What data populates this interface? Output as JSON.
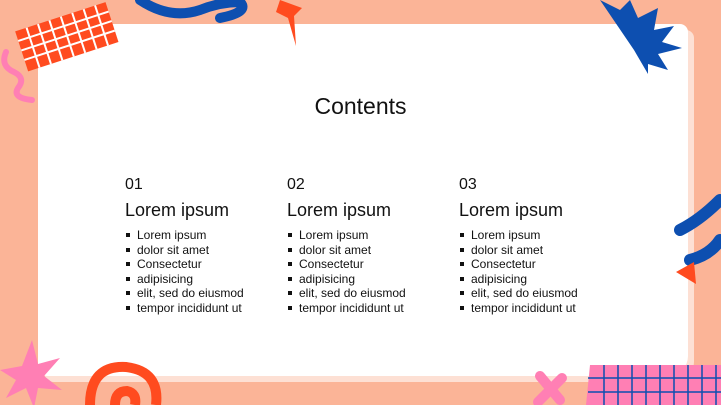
{
  "slide": {
    "title": "Contents",
    "columns": [
      {
        "number": "01",
        "heading": "Lorem ipsum",
        "bullets": [
          "Lorem ipsum",
          "dolor sit amet",
          "Consectetur",
          "adipisicing",
          "elit, sed do eiusmod",
          "tempor incididunt ut"
        ]
      },
      {
        "number": "02",
        "heading": "Lorem ipsum",
        "bullets": [
          "Lorem ipsum",
          "dolor sit amet",
          "Consectetur",
          "adipisicing",
          "elit, sed do eiusmod",
          "tempor incididunt ut"
        ]
      },
      {
        "number": "03",
        "heading": "Lorem ipsum",
        "bullets": [
          "Lorem ipsum",
          "dolor sit amet",
          "Consectetur",
          "adipisicing",
          "elit, sed do eiusmod",
          "tempor incididunt ut"
        ]
      }
    ]
  },
  "colors": {
    "background": "#fbb497",
    "accent_red": "#ff4b1f",
    "accent_blue": "#0d4fb0",
    "accent_pink": "#ff7fb4"
  }
}
